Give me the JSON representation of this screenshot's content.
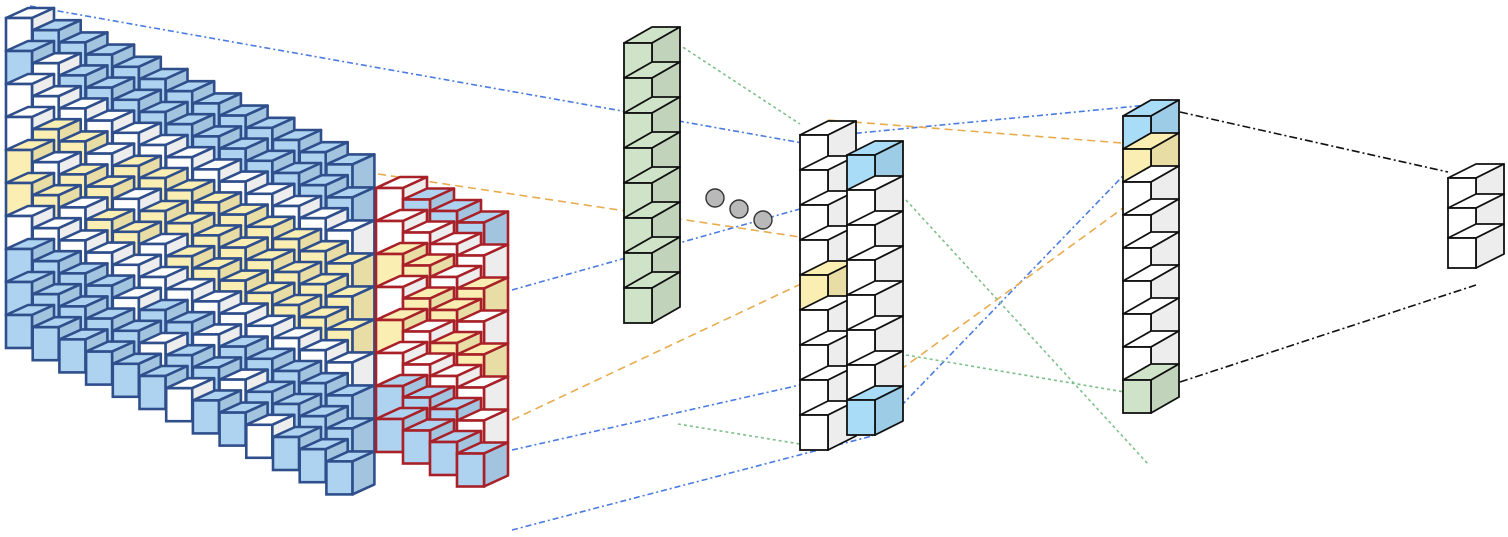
{
  "colors": {
    "blue_fill": "#aed3f0",
    "yellow_fill": "#fbeeb3",
    "white_fill": "#ffffff",
    "green_fill": "#cfe3c9",
    "cyan_fill": "#a9dcf7",
    "blue_stroke": "#2f4f8c",
    "red_stroke": "#a82128",
    "black_stroke": "#111111",
    "blue_line": "#4a7be0",
    "orange_line": "#e8ac4f",
    "green_line": "#7fbf8c",
    "black_line": "#111111",
    "dot_fill": "#b9b9b9"
  },
  "diagram": {
    "input_grid": {
      "rows": 10,
      "cols": 13,
      "row_pattern": [
        "b",
        "b",
        "w",
        "y",
        "y",
        "y",
        "w",
        "b",
        "b",
        "b"
      ],
      "diagonal": "w"
    },
    "filter_grid": {
      "rows": 8,
      "cols": 4,
      "row_pattern": [
        "b",
        "w",
        "y",
        "y",
        "y",
        "w",
        "b",
        "b"
      ],
      "diagonal": "w"
    },
    "columns": [
      {
        "name": "green-feature-column",
        "cells": [
          "g",
          "g",
          "g",
          "g",
          "g",
          "g",
          "g",
          "g"
        ]
      },
      {
        "name": "white-feature-column",
        "cells": [
          "w",
          "w",
          "w",
          "w",
          "y",
          "w",
          "w",
          "w",
          "w"
        ]
      },
      {
        "name": "cyan-feature-column",
        "cells": [
          "c",
          "w",
          "w",
          "w",
          "w",
          "w",
          "w",
          "c"
        ]
      },
      {
        "name": "pooled-column",
        "cells": [
          "c",
          "y",
          "w",
          "w",
          "w",
          "w",
          "w",
          "w",
          "g"
        ]
      },
      {
        "name": "output-column",
        "cells": [
          "w",
          "w",
          "w"
        ]
      }
    ],
    "ellipsis_dots": 3
  }
}
